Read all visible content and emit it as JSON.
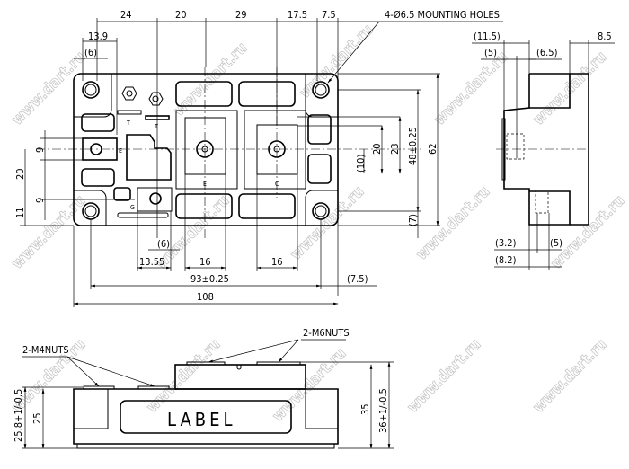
{
  "watermark": "www.dart.ru",
  "top_view": {
    "top_dims": [
      "24",
      "20",
      "29",
      "17.5",
      "7.5"
    ],
    "mounting_holes_note": "4-Ø6.5 MOUNTING HOLES",
    "dim_13_9": "13.9",
    "dim_6_top": "(6)",
    "left_dims": [
      "9",
      "20",
      "9",
      "11"
    ],
    "right_dims": [
      "(10)",
      "20",
      "23",
      "48±0.25",
      "62",
      "(7)"
    ],
    "bottom_dims": {
      "d6": "(6)",
      "d13_55": "13.55",
      "d16a": "16",
      "d16b": "16",
      "d93": "93±0.25",
      "d7_5": "(7.5)",
      "d108": "108"
    },
    "terminal_labels": {
      "t1": "T",
      "t2": "T",
      "e_small": "E",
      "e_main": "E",
      "c_main": "C",
      "g": "G"
    }
  },
  "side_view": {
    "d11_5": "(11.5)",
    "d5_top": "(5)",
    "d6_5": "(6.5)",
    "d8_5": "8.5",
    "d3_2": "(3.2)",
    "d5_bot": "(5)",
    "d8_2": "(8.2)"
  },
  "front_view": {
    "m4_note": "2-M4NUTS",
    "m6_note": "2-M6NUTS",
    "label": "LABEL",
    "d25_8": "25.8+1/-0.5",
    "d25": "25",
    "d35": "35",
    "d36": "36+1/-0.5"
  }
}
